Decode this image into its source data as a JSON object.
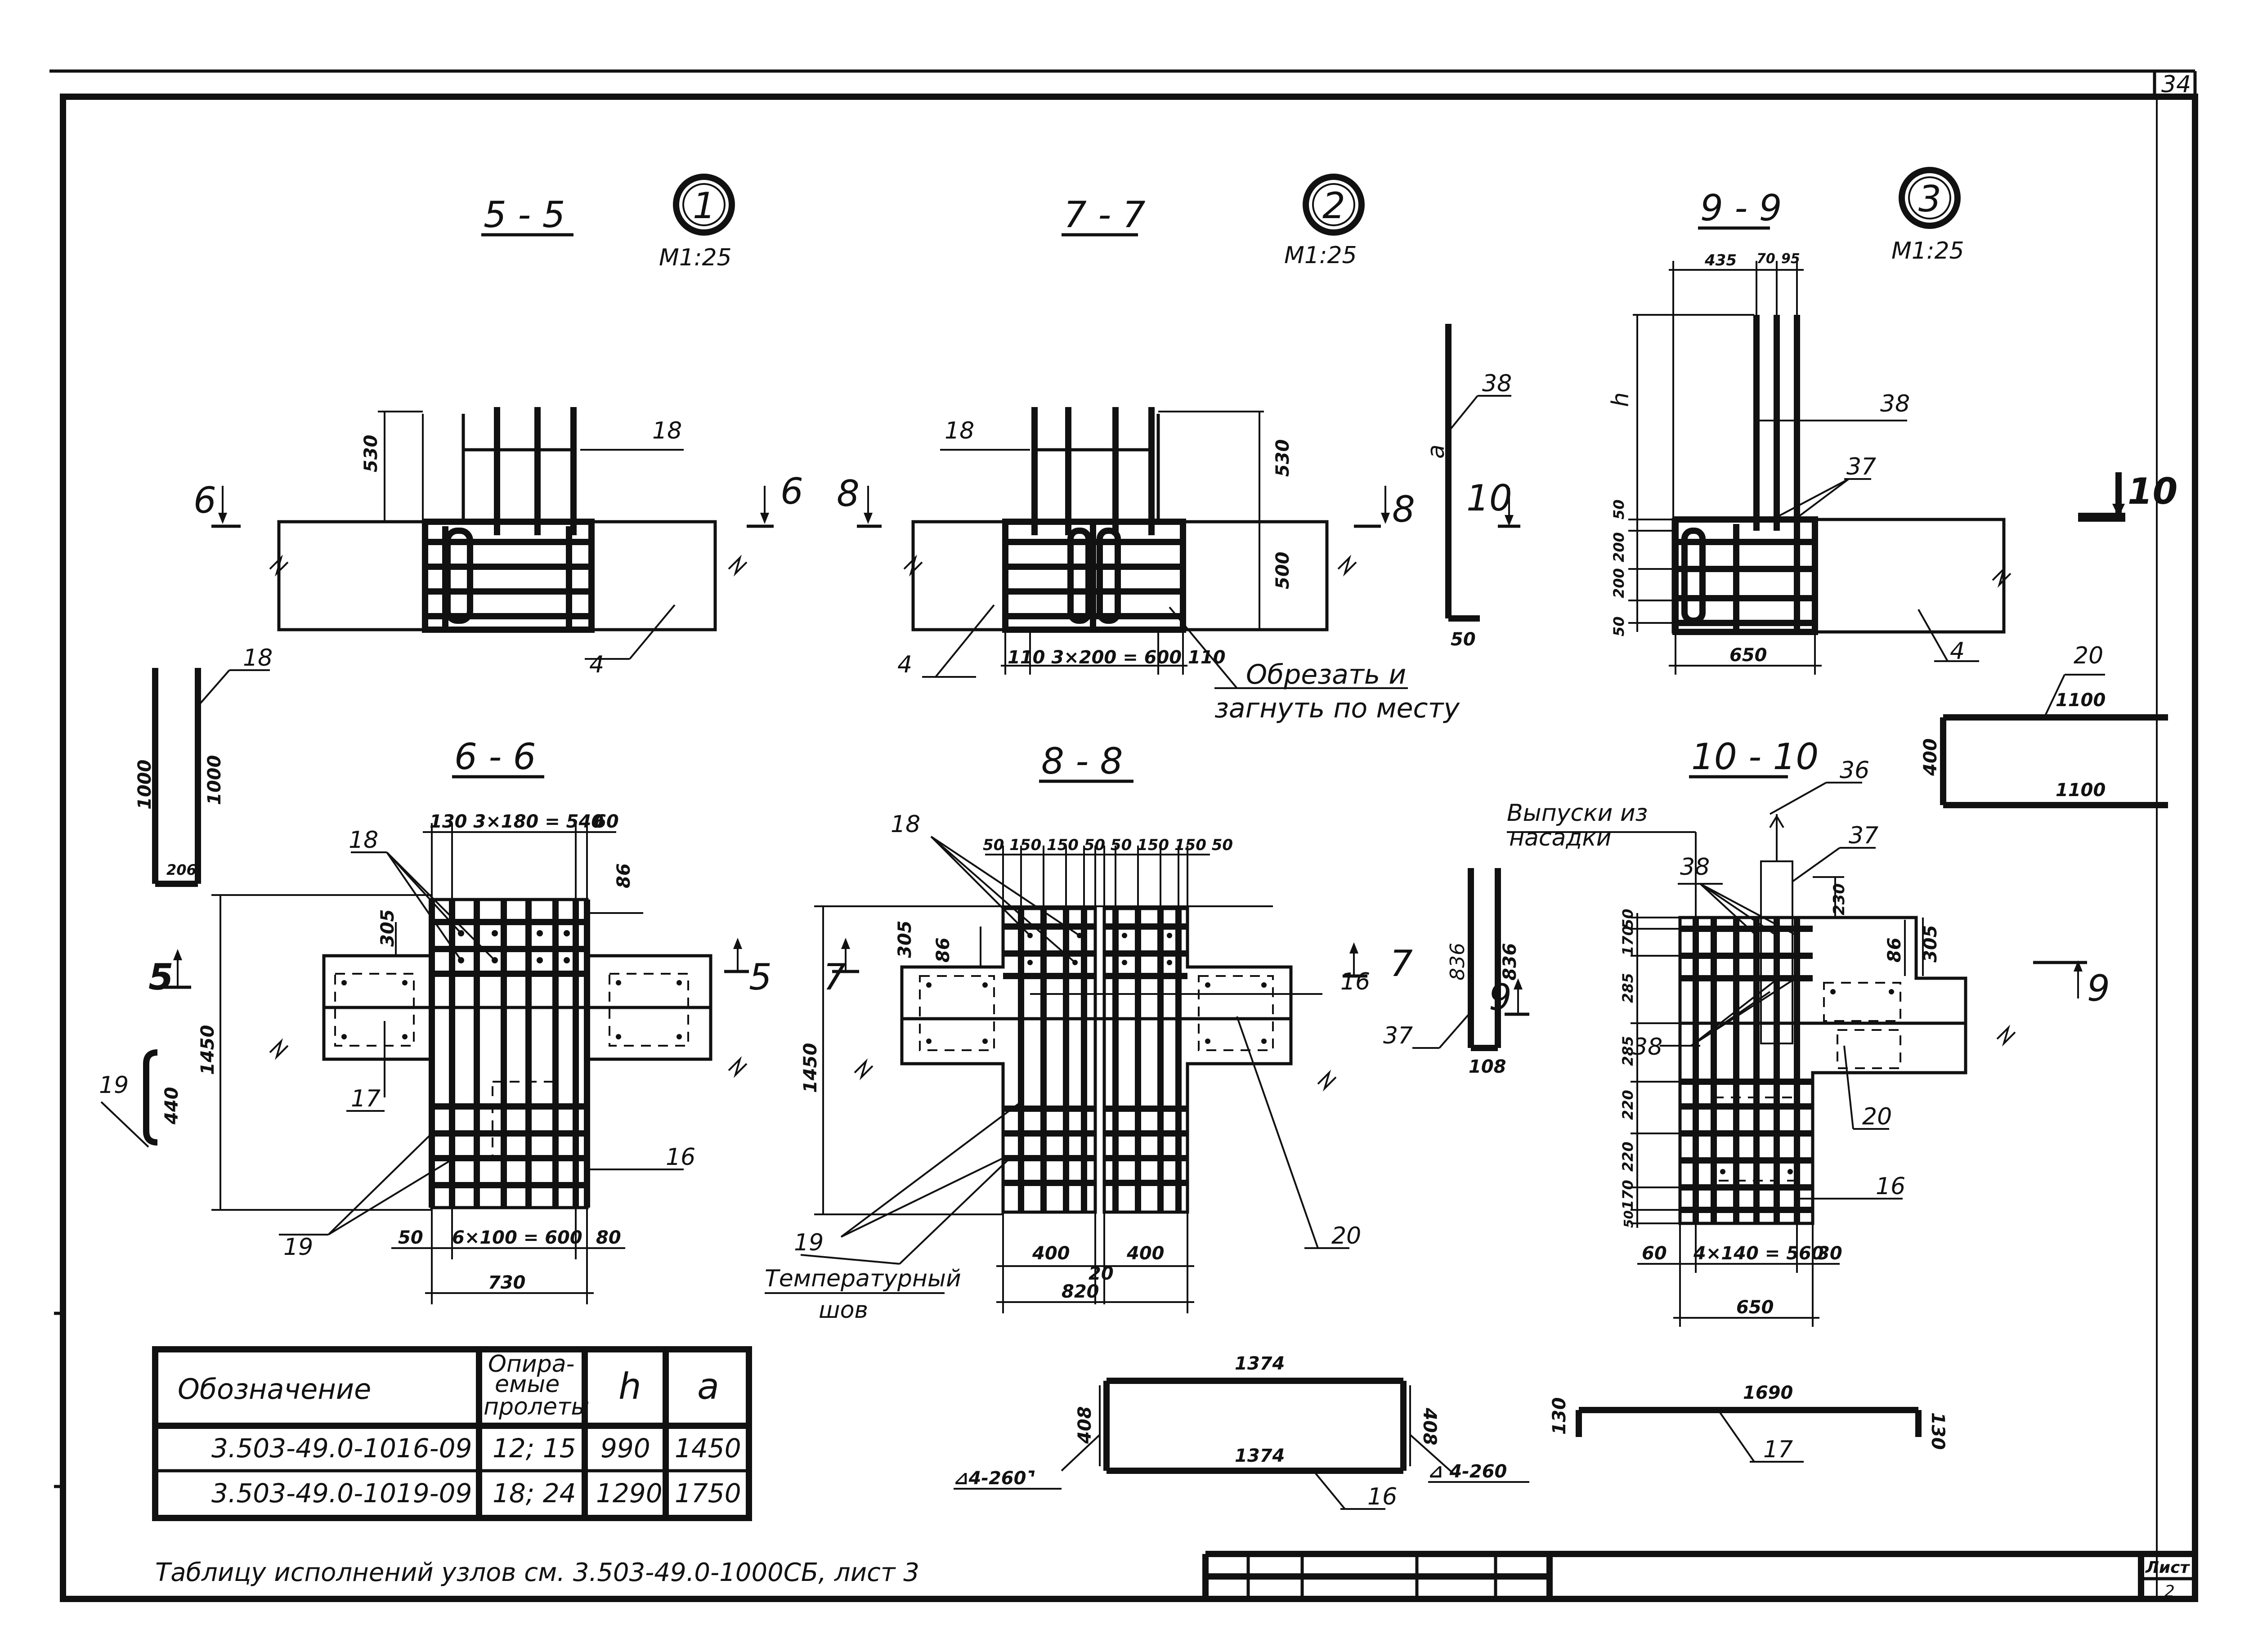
{
  "sheet": {
    "number": "34",
    "list_label": "Лист",
    "list_number": "2"
  },
  "nodes": [
    {
      "num": "1",
      "scale": "М1:25"
    },
    {
      "num": "2",
      "scale": "М1:25"
    },
    {
      "num": "3",
      "scale": "М1:25"
    }
  ],
  "sections": {
    "s55": "5 - 5",
    "s77": "7 - 7",
    "s99": "9 - 9",
    "s66": "6 - 6",
    "s88": "8 - 8",
    "s1010": "10 - 10"
  },
  "cut_marks": [
    "6",
    "6",
    "8",
    "8",
    "10",
    "10",
    "5",
    "5",
    "7",
    "7",
    "9",
    "9"
  ],
  "positions": [
    "4",
    "16",
    "17",
    "18",
    "19",
    "20",
    "36",
    "37",
    "38"
  ],
  "dims": {
    "s55": {
      "h": "530",
      "bar": "18"
    },
    "s77": {
      "h1": "530",
      "h2": "500",
      "spacing": "110 3×200 = 600 110"
    },
    "s99": {
      "top": "435",
      "a": "70",
      "b": "95",
      "h": "h",
      "v50a": "50",
      "v200a": "200",
      "v200b": "200",
      "v50b": "50",
      "w": "650"
    },
    "s66": {
      "top": "130 3×180 = 540",
      "r": "60",
      "d86": "86",
      "d305": "305",
      "h": "1450",
      "bot": "50",
      "mid": "6×100 = 600",
      "rbot": "80",
      "w": "730"
    },
    "s88": {
      "top": "50 150 150 50 50 150 150 50",
      "d86": "86",
      "d305": "305",
      "h": "1450",
      "l": "400",
      "r": "400",
      "gap": "20",
      "w": "820"
    },
    "s1010": {
      "d230": "230",
      "d86": "86",
      "d305": "305",
      "v": [
        "50",
        "170",
        "285",
        "285",
        "220",
        "220",
        "170",
        "50"
      ],
      "bot": "60",
      "mid": "4×140 = 560",
      "r": "30",
      "w": "650"
    }
  },
  "bars": {
    "b18": {
      "l1": "1000",
      "l2": "1000",
      "w": "206"
    },
    "b19": {
      "l": "440"
    },
    "b20": {
      "top": "1100",
      "bot": "1100",
      "h": "400"
    },
    "b37": {
      "l1": "836",
      "l2": "836",
      "w": "108"
    },
    "b38": {
      "a": "a",
      "b": "50"
    },
    "b16": {
      "top": "1374",
      "bot": "1374",
      "l": "408",
      "r": "408",
      "weld_l": "⊿4-260⌝",
      "weld_r": "⊿ 4-260"
    },
    "b17": {
      "top": "1690",
      "l": "130",
      "r": "130"
    }
  },
  "notes": {
    "cut_bend": "Обрезать и",
    "cut_bend2": "загнуть по месту",
    "outlets": "Выпуски из",
    "outlets2": "насадки",
    "temp_seam": "Температурный",
    "temp_seam2": "шов",
    "footer": "Таблицу исполнений узлов см. 3.503-49.0-1000СБ, лист 3"
  },
  "table": {
    "headers": [
      "Обозначение",
      "Опира-",
      "емые",
      "пролеты",
      "h",
      "a"
    ],
    "rows": [
      [
        "3.503-49.0-1016-09",
        "12; 15",
        "990",
        "1450"
      ],
      [
        "3.503-49.0-1019-09",
        "18; 24",
        "1290",
        "1750"
      ]
    ]
  }
}
